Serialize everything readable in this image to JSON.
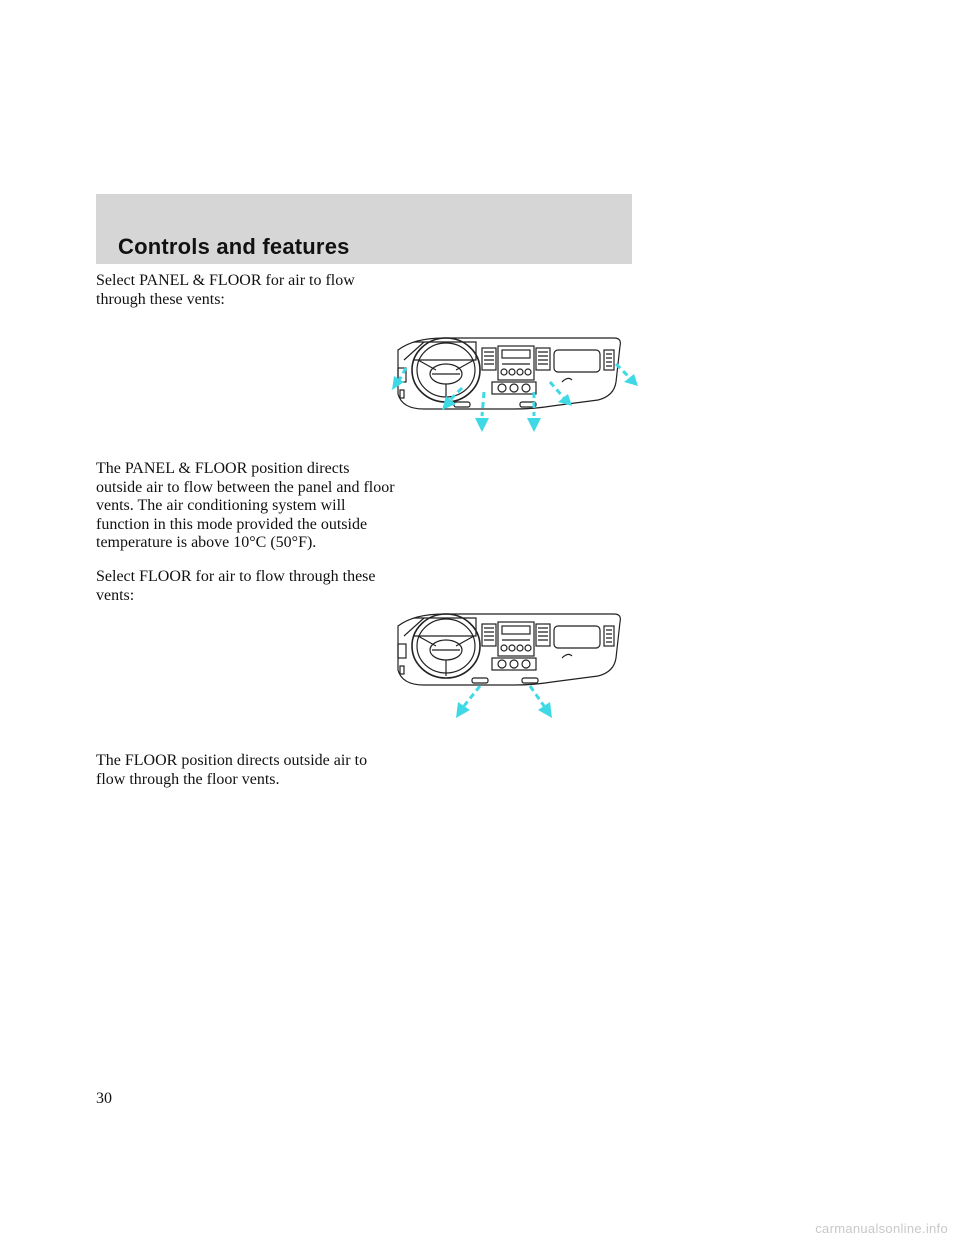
{
  "header": {
    "title": "Controls and features"
  },
  "paragraphs": {
    "p1": "Select PANEL & FLOOR for air to flow through these vents:",
    "p2": "The PANEL & FLOOR position directs outside air to flow between the panel and floor vents. The air conditioning system will function in this mode provided the outside temperature is above 10°C (50°F).",
    "p3": "Select FLOOR for air to flow through these vents:",
    "p4": "The FLOOR position directs outside air to flow through the floor vents."
  },
  "figures": {
    "panel_floor": {
      "airflow_color": "#3fd9e6",
      "icon": "dashboard-vents-panel-floor-icon"
    },
    "floor": {
      "airflow_color": "#3fd9e6",
      "icon": "dashboard-vents-floor-icon"
    }
  },
  "footer": {
    "page_number": "30"
  },
  "watermark": {
    "text": "carmanualsonline.info"
  }
}
